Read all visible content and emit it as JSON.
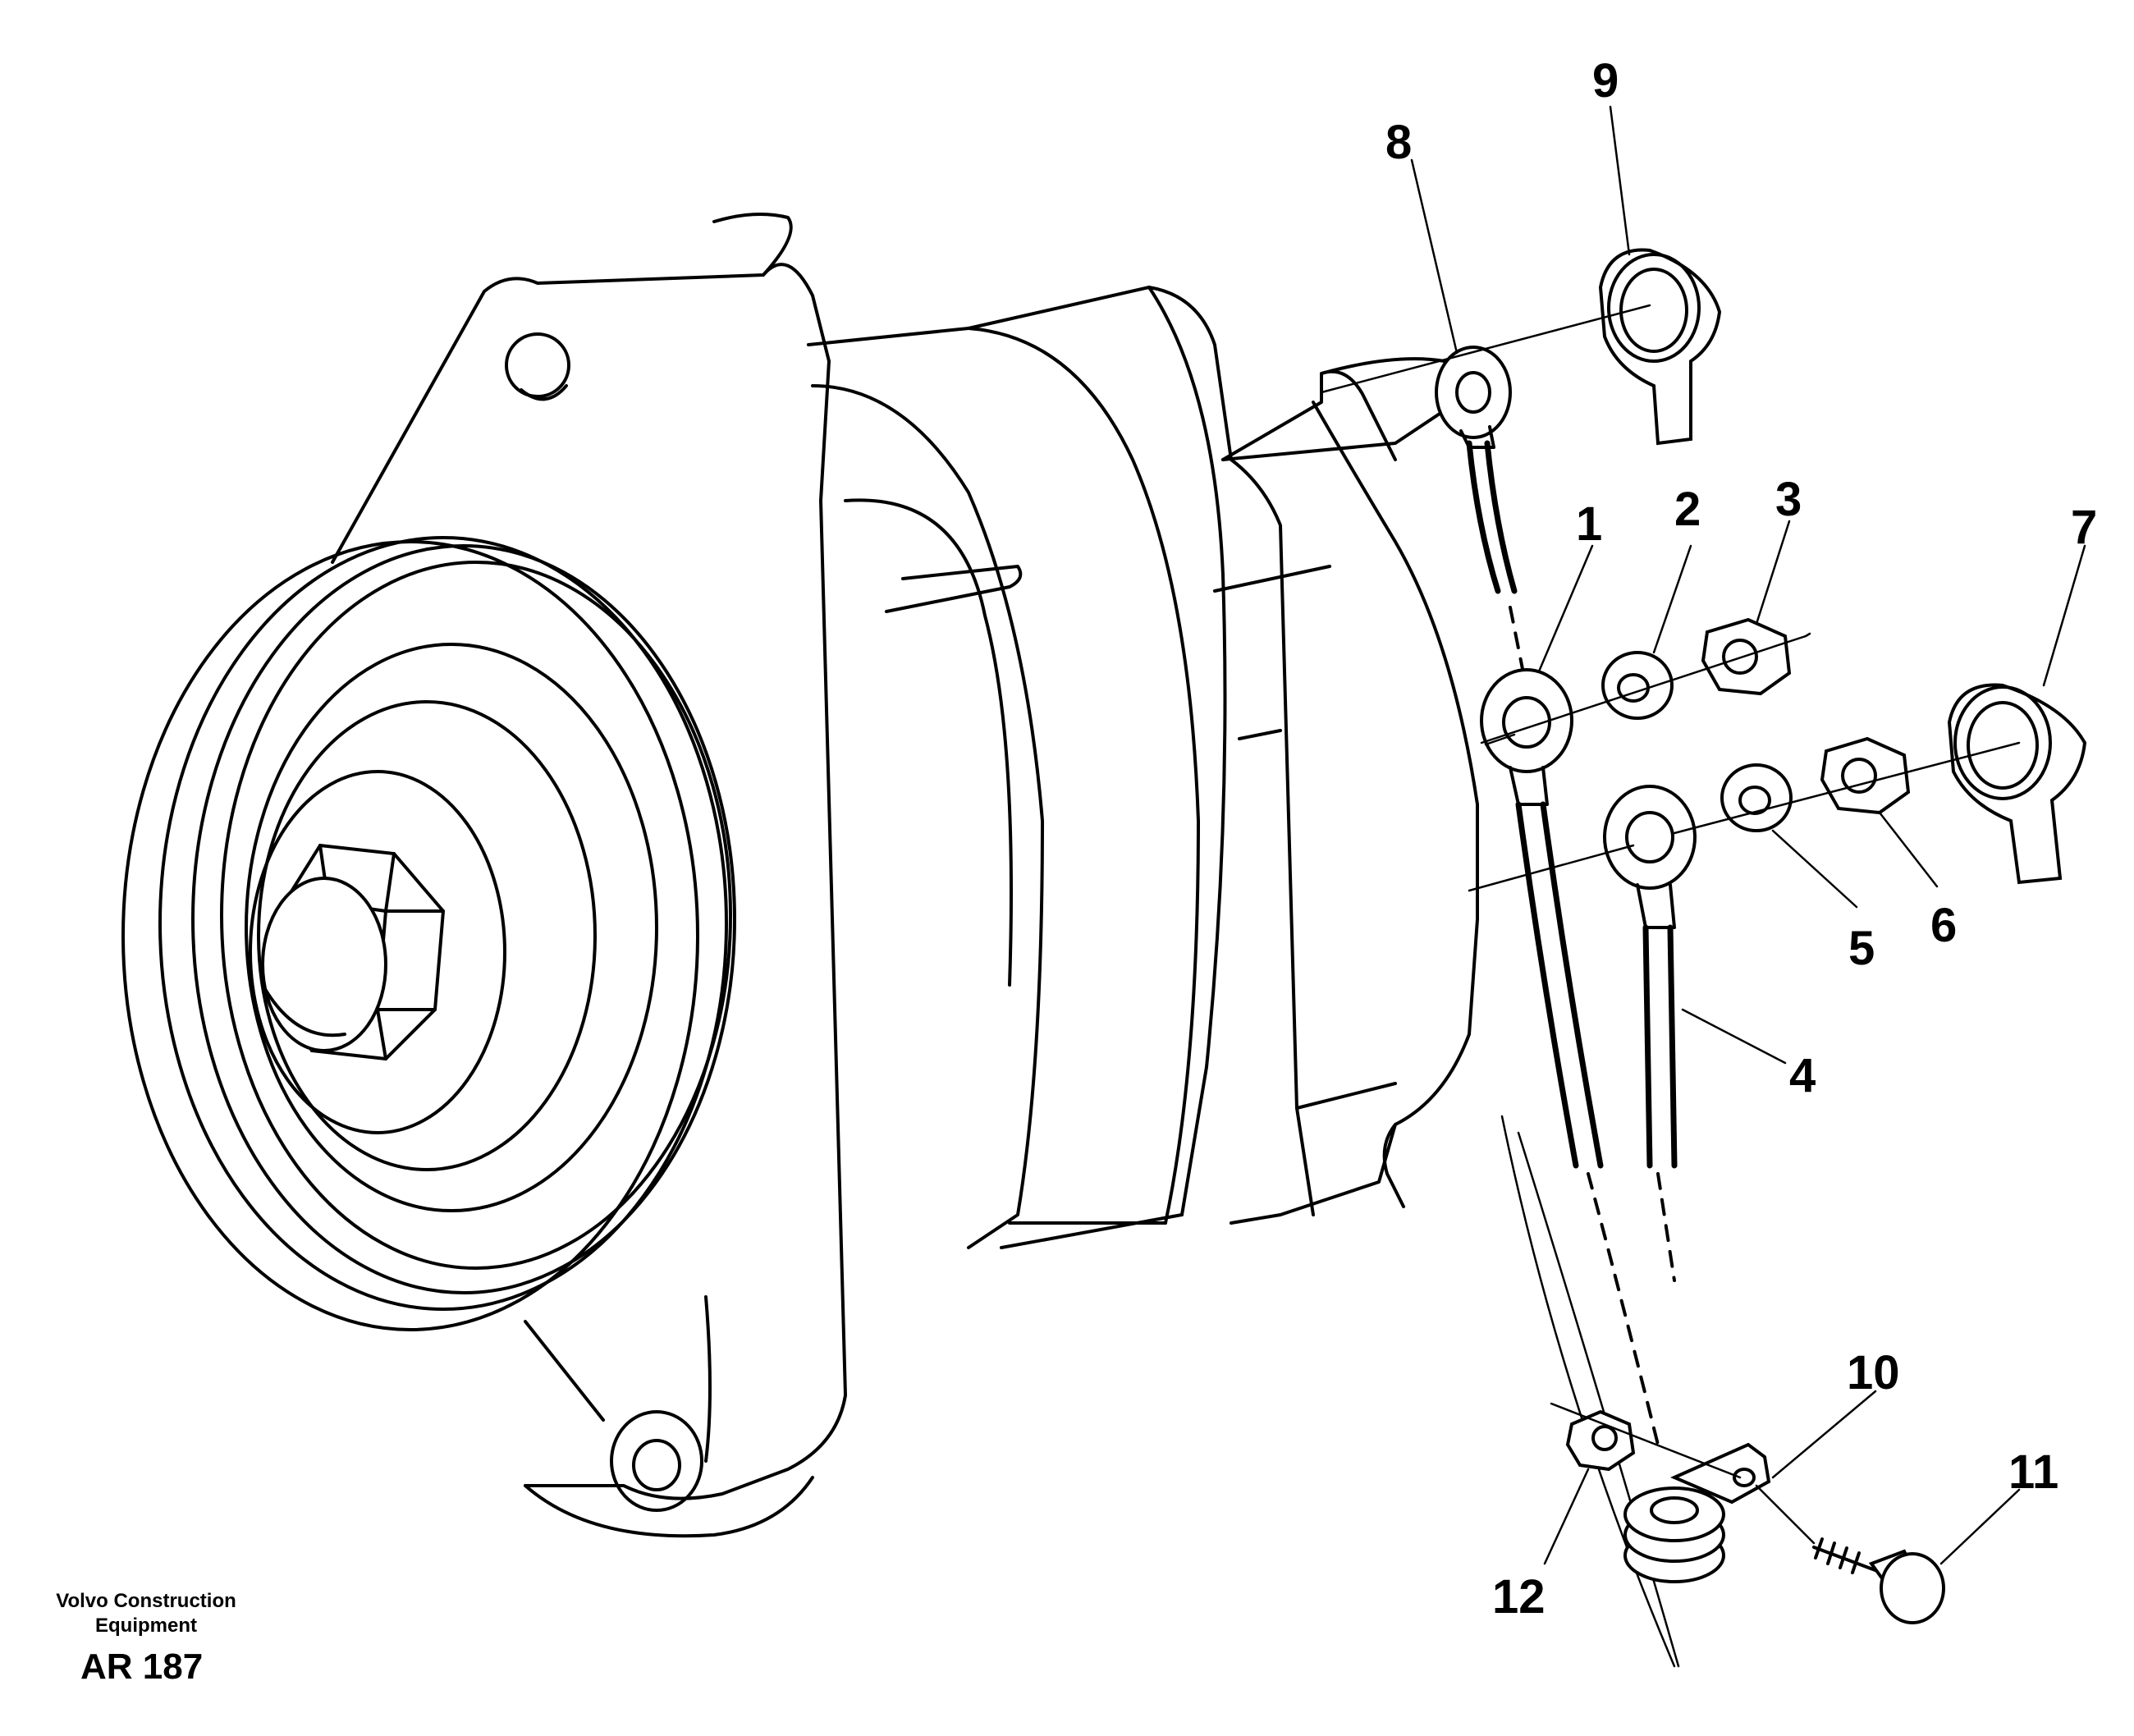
{
  "diagram": {
    "callouts": [
      {
        "id": "1",
        "label": "1"
      },
      {
        "id": "2",
        "label": "2"
      },
      {
        "id": "3",
        "label": "3"
      },
      {
        "id": "4",
        "label": "4"
      },
      {
        "id": "5",
        "label": "5"
      },
      {
        "id": "6",
        "label": "6"
      },
      {
        "id": "7",
        "label": "7"
      },
      {
        "id": "8",
        "label": "8"
      },
      {
        "id": "9",
        "label": "9"
      },
      {
        "id": "10",
        "label": "10"
      },
      {
        "id": "11",
        "label": "11"
      },
      {
        "id": "12",
        "label": "12"
      }
    ]
  },
  "footer": {
    "company_line1": "Volvo Construction",
    "company_line2": "Equipment",
    "code": "AR 187"
  }
}
